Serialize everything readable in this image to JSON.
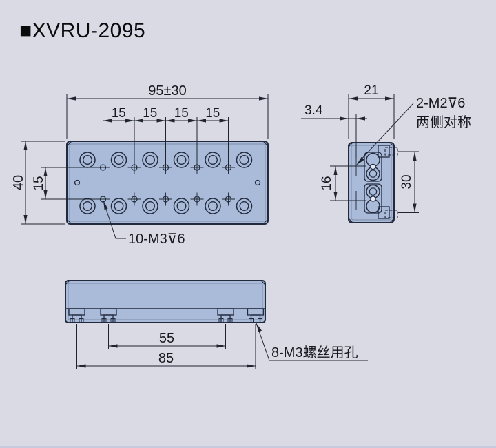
{
  "title": "■XVRU-2095",
  "colors": {
    "background": "#d9dae4",
    "body_fill": "#a9bbd9",
    "line": "#232a3e",
    "dim_text": "#17191f"
  },
  "views": {
    "top_view": {
      "name": "top view",
      "dim_width": "95±30",
      "dim_pitch": [
        "15",
        "15",
        "15",
        "15"
      ],
      "dim_height": "40",
      "dim_row_pitch": "15",
      "label_tapped_holes": "10-M3⊽6"
    },
    "side_view": {
      "name": "side view",
      "dim_width": "21",
      "dim_offset": "3.4",
      "dim_hole_pitch": "16",
      "dim_span": "30",
      "label_side_holes_line1": "2-M2⊽6",
      "label_side_holes_line2": "两侧对称"
    },
    "front_view": {
      "name": "front view",
      "dim_slot_pitch_inner": "55",
      "dim_slot_pitch_outer": "85",
      "label_screw_holes": "8-M3螺丝用孔"
    }
  }
}
